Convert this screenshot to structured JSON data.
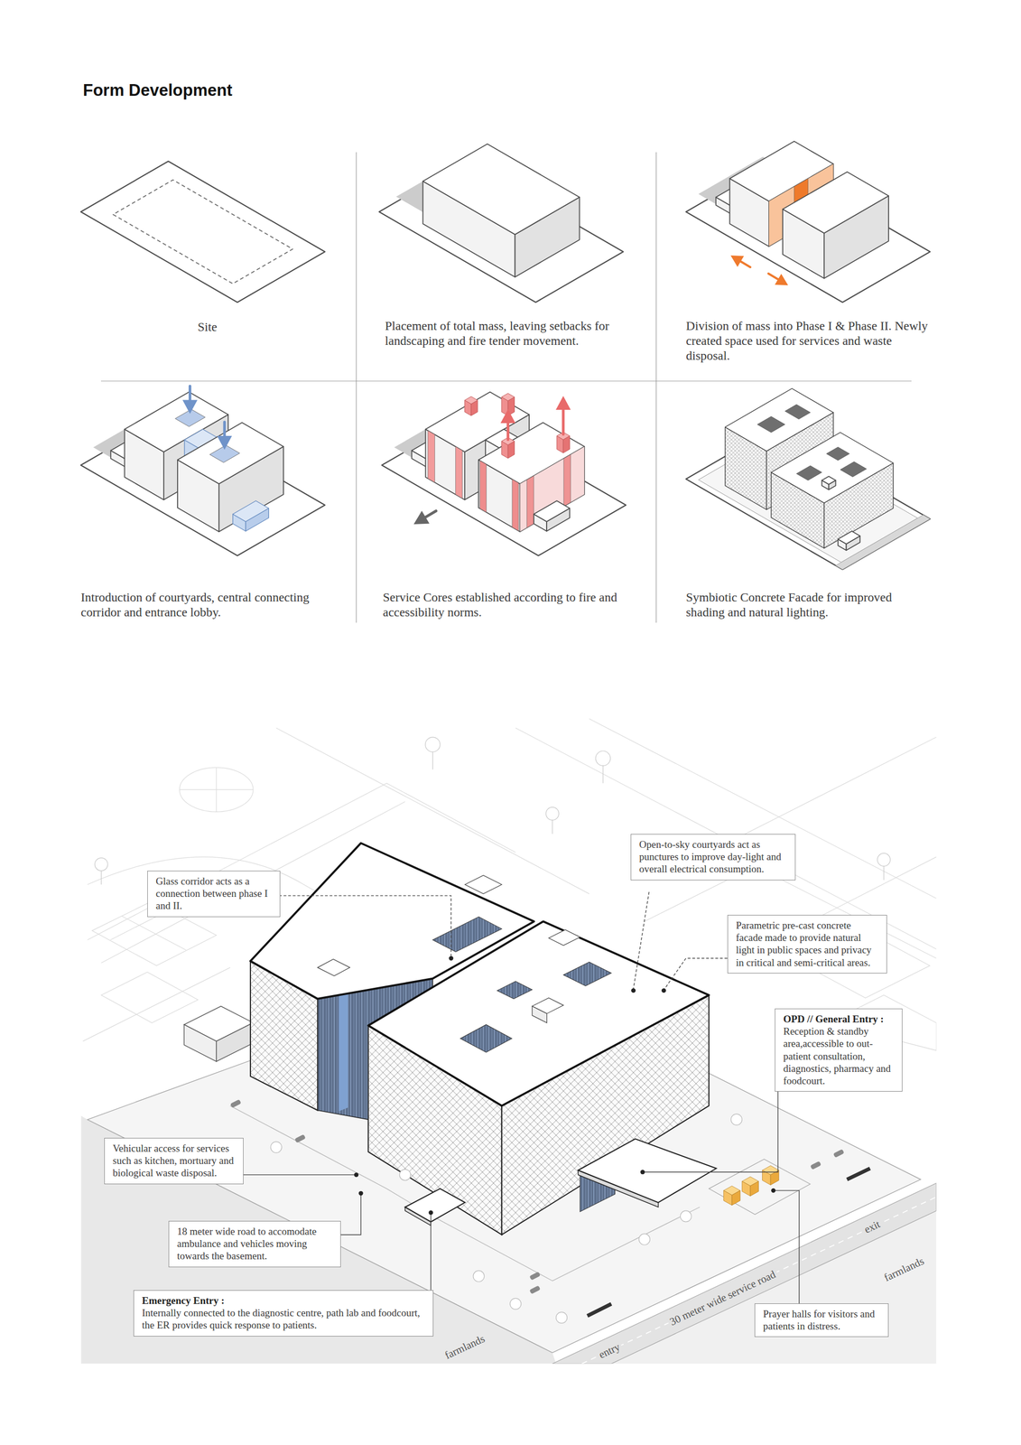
{
  "diagram": {
    "title": "Form Development",
    "nodes": [
      {
        "text": [
          "Glass corridor acts as a connection between phase I and II."
        ]
      },
      {
        "text": [
          "Open-to-sky courtyards act as punctures to improve day-light and overall electrical consumption."
        ]
      },
      {
        "text": [
          "Parametric pre-cast concrete facade made to provide natural light in public spaces and privacy in critical and semi-critical areas."
        ]
      },
      {
        "text": [
          "OPD // General Entry :",
          "Reception & standby area,accessible to out-patient consultation, diagnostics, pharmacy and foodcourt."
        ]
      },
      {
        "text": [
          "Vehicular access for services such as kitchen, mortuary and biological waste disposal."
        ]
      },
      {
        "text": [
          "18 meter wide road to accomodate ambulance and vehicles moving towards the basement."
        ]
      },
      {
        "text": [
          "Emergency Entry :",
          "Internally connected to the diagnostic centre, path lab and foodcourt, the ER provides quick response to patients."
        ]
      },
      {
        "text": [
          "Prayer halls for visitors and patients in distress."
        ]
      }
    ],
    "labels": [
      "Site",
      "Placement of total mass, leaving setbacks for landscaping and fire tender movement.",
      "Division of mass into Phase I & Phase II. Newly created space used for services and waste disposal.",
      "Introduction of courtyards, central connecting corridor and entrance lobby.",
      "Service Cores established according to fire and accessibility norms.",
      "Symbiotic Concrete Facade for improved shading and natural lighting.",
      "farmlands",
      "entry",
      "30 meter wide service road",
      "exit",
      "farmlands"
    ]
  }
}
